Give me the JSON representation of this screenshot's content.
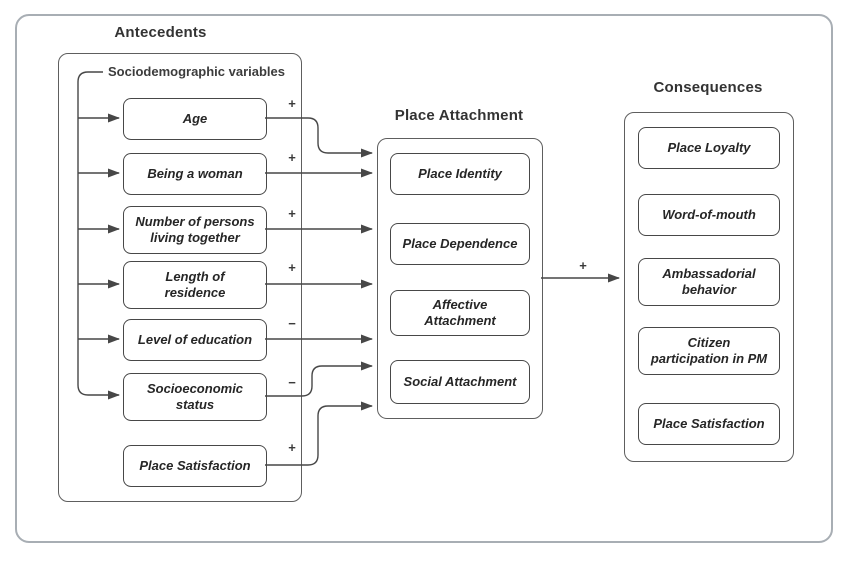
{
  "antecedents": {
    "title": "Antecedents",
    "group_label": "Sociodemographic variables",
    "items": [
      {
        "label": "Age",
        "sign": "+"
      },
      {
        "label": "Being a woman",
        "sign": "+"
      },
      {
        "label": "Number of persons\nliving together",
        "sign": "+"
      },
      {
        "label": "Length of\nresidence",
        "sign": "+"
      },
      {
        "label": "Level of education",
        "sign": "−"
      },
      {
        "label": "Socioeconomic\nstatus",
        "sign": "−"
      },
      {
        "label": "Place Satisfaction",
        "sign": "+"
      }
    ]
  },
  "place_attachment": {
    "title": "Place Attachment",
    "items": [
      {
        "label": "Place Identity"
      },
      {
        "label": "Place Dependence"
      },
      {
        "label": "Affective\nAttachment"
      },
      {
        "label": "Social Attachment"
      }
    ],
    "to_consequences_sign": "+"
  },
  "consequences": {
    "title": "Consequences",
    "items": [
      {
        "label": "Place Loyalty"
      },
      {
        "label": "Word-of-mouth"
      },
      {
        "label": "Ambassadorial\nbehavior"
      },
      {
        "label": "Citizen\nparticipation in PM"
      },
      {
        "label": "Place Satisfaction"
      }
    ]
  },
  "colors": {
    "line": "#474747",
    "node_border": "#484848",
    "section_border": "#5e5e5e",
    "frame_border": "#a8aeb4",
    "text": "#262626"
  }
}
